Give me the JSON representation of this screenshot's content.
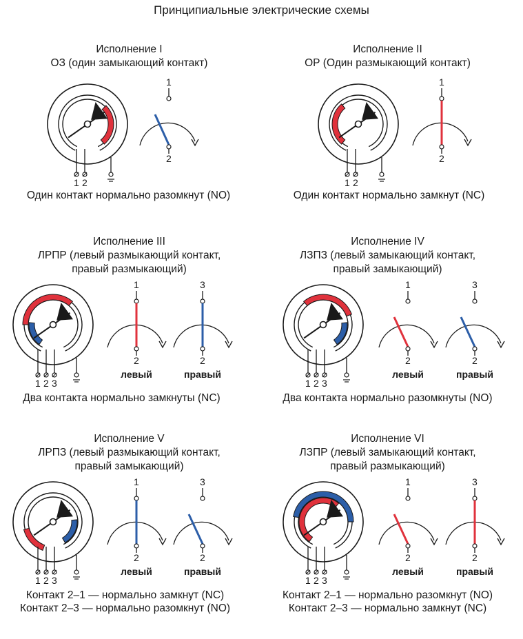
{
  "page": {
    "title": "Принципиальные электрические схемы"
  },
  "colors": {
    "red": "#e0323c",
    "blue": "#2c5ea8",
    "ink": "#1a1a1a"
  },
  "panels": [
    {
      "title": [
        "Исполнение I",
        "ОЗ (один замыкающий контакт)"
      ],
      "caption": [
        "Один контакт нормально разомкнут (NO)"
      ],
      "gauge": {
        "contacts": 1,
        "arcs": [
          "red"
        ]
      },
      "switches": [
        {
          "top": "1",
          "bottom": "2",
          "color": "blue",
          "state": "open"
        }
      ]
    },
    {
      "title": [
        "Исполнение II",
        "ОР (Один размыкающий контакт)"
      ],
      "caption": [
        "Один контакт нормально замкнут (NC)"
      ],
      "gauge": {
        "contacts": 1,
        "arcs": [
          "red"
        ]
      },
      "switches": [
        {
          "top": "1",
          "bottom": "2",
          "color": "red",
          "state": "closed"
        }
      ]
    },
    {
      "title": [
        "Исполнение III",
        "ЛРПР (левый размыкающий контакт,",
        "правый размыкающий)"
      ],
      "caption": [
        "Два контакта нормально замкнуты (NC)"
      ],
      "gauge": {
        "contacts": 2,
        "arcs": [
          "red",
          "blue"
        ]
      },
      "switches": [
        {
          "top": "1",
          "bottom": "2",
          "color": "red",
          "state": "closed",
          "label": "левый"
        },
        {
          "top": "3",
          "bottom": "2",
          "color": "blue",
          "state": "closed",
          "label": "правый"
        }
      ]
    },
    {
      "title": [
        "Исполнение IV",
        "ЛЗПЗ (левый замыкающий контакт,",
        "правый замыкающий)"
      ],
      "caption": [
        "Два контакта нормально разомкнуты (NO)"
      ],
      "gauge": {
        "contacts": 2,
        "arcs": [
          "red",
          "blue"
        ]
      },
      "switches": [
        {
          "top": "1",
          "bottom": "2",
          "color": "red",
          "state": "open",
          "label": "левый"
        },
        {
          "top": "3",
          "bottom": "2",
          "color": "blue",
          "state": "open",
          "label": "правый"
        }
      ]
    },
    {
      "title": [
        "Исполнение V",
        "ЛРПЗ (левый размыкающий контакт,",
        "правый замыкающий)"
      ],
      "caption": [
        "Контакт 2–1 — нормально замкнут (NC)",
        "Контакт 2–3 — нормально разомкнут (NO)"
      ],
      "gauge": {
        "contacts": 2,
        "arcs": [
          "red",
          "blue"
        ]
      },
      "switches": [
        {
          "top": "1",
          "bottom": "2",
          "color": "blue",
          "state": "closed",
          "label": "левый"
        },
        {
          "top": "3",
          "bottom": "2",
          "color": "blue",
          "state": "open",
          "label": "правый"
        }
      ]
    },
    {
      "title": [
        "Исполнение VI",
        "ЛЗПР (левый замыкающий контакт,",
        "правый размыкающий)"
      ],
      "caption": [
        "Контакт 2–1 — нормально разомкнут (NO)",
        "Контакт 2–3 — нормально замкнут (NC)"
      ],
      "gauge": {
        "contacts": 2,
        "arcs": [
          "red",
          "blue"
        ]
      },
      "switches": [
        {
          "top": "1",
          "bottom": "2",
          "color": "red",
          "state": "open",
          "label": "левый"
        },
        {
          "top": "3",
          "bottom": "2",
          "color": "red",
          "state": "closed",
          "label": "правый"
        }
      ]
    }
  ]
}
